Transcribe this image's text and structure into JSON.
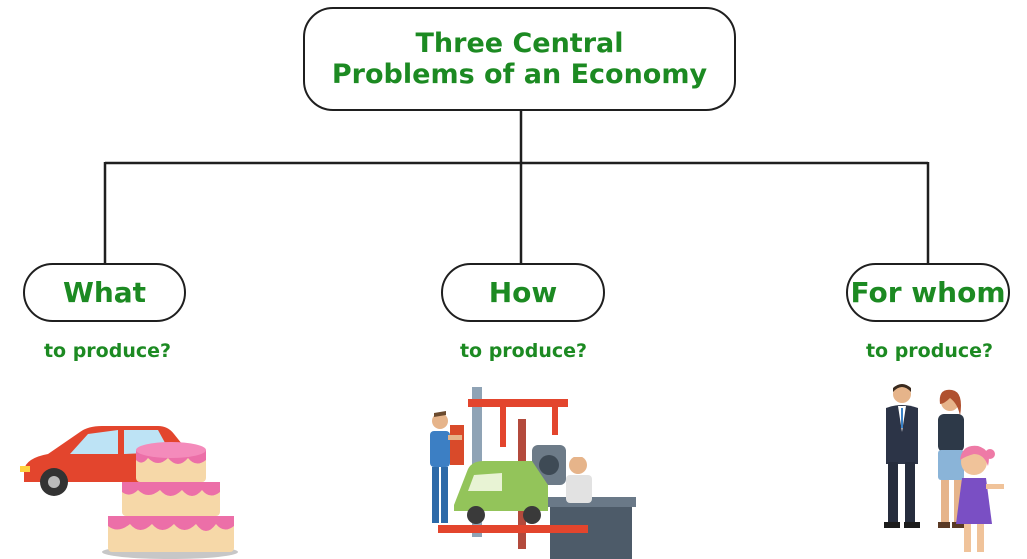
{
  "root": {
    "line1": "Three Central",
    "line2": "Problems of an Economy"
  },
  "branches": [
    {
      "title": "What",
      "subtitle": "to produce?"
    },
    {
      "title": "How",
      "subtitle": "to produce?"
    },
    {
      "title": "For whom",
      "subtitle": "to produce?"
    }
  ],
  "colors": {
    "accent_green": "#1c8a22",
    "line": "#1f1f1f"
  },
  "illustrations": [
    "car-and-cake-illustration",
    "factory-workers-illustration",
    "family-illustration"
  ]
}
